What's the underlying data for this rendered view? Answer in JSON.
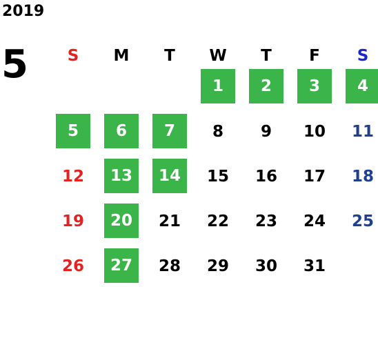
{
  "header": {
    "year": "2019",
    "month": "5"
  },
  "weekdays": [
    "S",
    "M",
    "T",
    "W",
    "T",
    "F",
    "S"
  ],
  "days": {
    "d1": "1",
    "d2": "2",
    "d3": "3",
    "d4": "4",
    "d5": "5",
    "d6": "6",
    "d7": "7",
    "d8": "8",
    "d9": "9",
    "d10": "10",
    "d11": "11",
    "d12": "12",
    "d13": "13",
    "d14": "14",
    "d15": "15",
    "d16": "16",
    "d17": "17",
    "d18": "18",
    "d19": "19",
    "d20": "20",
    "d21": "21",
    "d22": "22",
    "d23": "23",
    "d24": "24",
    "d25": "25",
    "d26": "26",
    "d27": "27",
    "d28": "28",
    "d29": "29",
    "d30": "30",
    "d31": "31"
  },
  "highlighted_days": [
    1,
    2,
    3,
    4,
    5,
    6,
    7,
    13,
    14,
    20,
    27
  ],
  "colors": {
    "highlight": "#3bb54a",
    "highlight_text": "#ffffff",
    "sunday": "#e32222",
    "saturday": "#1f3f8f",
    "saturday_header": "#1a28c8",
    "weekday": "#000000"
  }
}
